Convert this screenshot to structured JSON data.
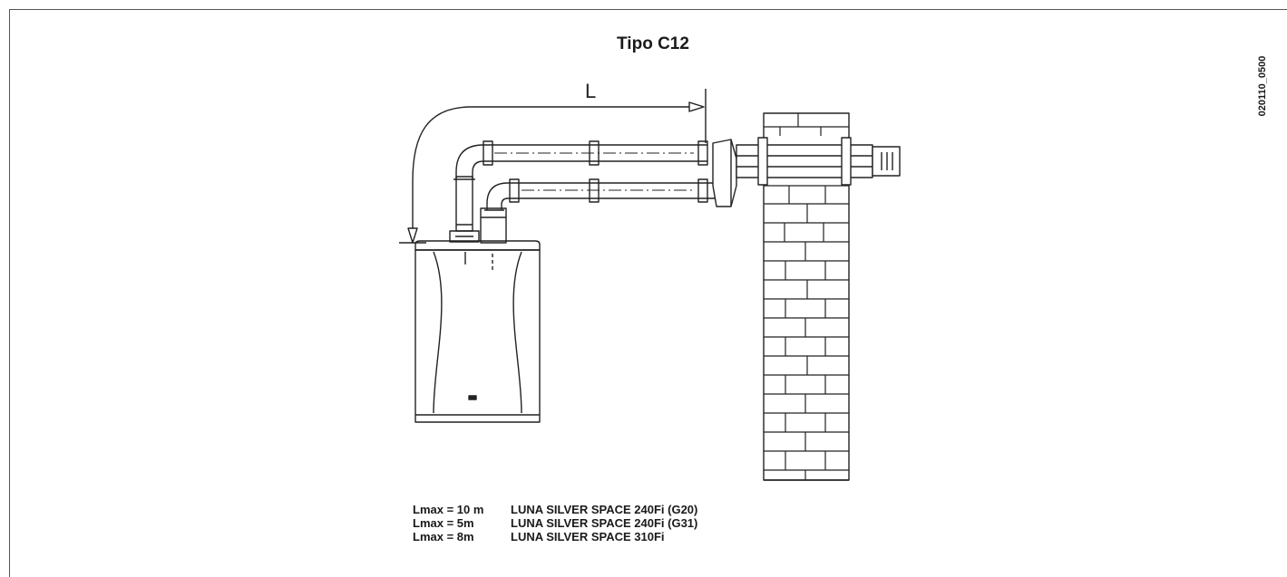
{
  "diagram": {
    "title": "Tipo C12",
    "drawing_code": "020110_0500",
    "length_label": "L",
    "legend": [
      {
        "key": "Lmax  = 10 m",
        "model": "LUNA SILVER SPACE 240Fi (G20)"
      },
      {
        "key": "Lmax  = 5m",
        "model": "LUNA SILVER SPACE 240Fi (G31)"
      },
      {
        "key": "Lmax  = 8m",
        "model": "LUNA SILVER SPACE 310Fi"
      }
    ]
  }
}
